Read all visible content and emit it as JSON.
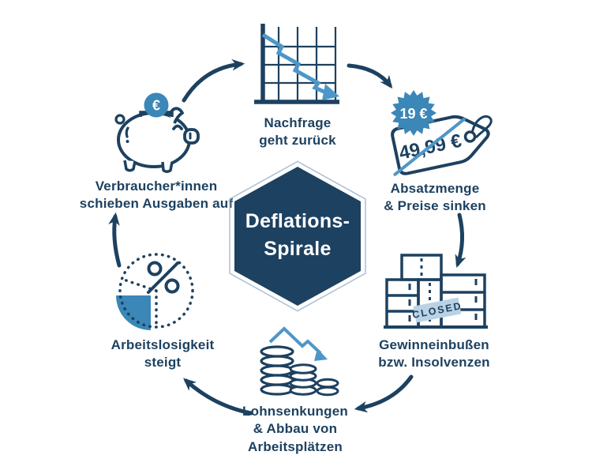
{
  "center": {
    "title": "Deflations-\nSpirale"
  },
  "colors": {
    "navy": "#1d4160",
    "accent_blue": "#3a87b8",
    "line_blue": "#4e96c8",
    "banner_blue": "#b9d2e4",
    "hex_outline": "#a9c0d8",
    "background": "#ffffff"
  },
  "nodes": [
    {
      "id": "nachfrage",
      "icon": "declining-line-chart-icon",
      "label": "Nachfrage\ngeht zurück"
    },
    {
      "id": "absatzmenge",
      "icon": "price-tag-icon",
      "label": "Absatzmenge\n& Preise sinken",
      "old_price": "49,99 €",
      "badge_price": "19 €"
    },
    {
      "id": "gewinneinbussen",
      "icon": "closed-warehouse-icon",
      "label": "Gewinneinbußen\nbzw. Insolvenzen",
      "banner_text": "CLOSED"
    },
    {
      "id": "lohnsenkungen",
      "icon": "coin-stacks-decline-icon",
      "label": "Lohnsenkungen\n& Abbau von\nArbeitsplätzen"
    },
    {
      "id": "arbeitslosigkeit",
      "icon": "pie-chart-percent-icon",
      "label": "Arbeitslosigkeit\nsteigt"
    },
    {
      "id": "verbraucher",
      "icon": "piggy-bank-icon",
      "label": "Verbraucher*innen\nschieben Ausgaben auf",
      "coin_symbol": "€"
    }
  ]
}
